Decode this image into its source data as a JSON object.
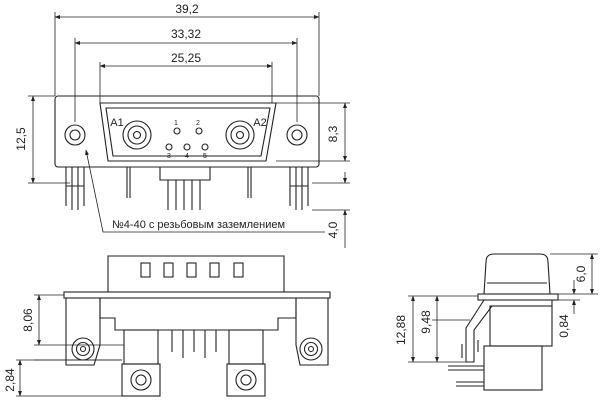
{
  "dimensions": {
    "width_overall": "39,2",
    "width_mount": "33,32",
    "width_shell": "25,25",
    "height_left": "12,5",
    "height_right": "8,3",
    "pin_length": "4,0",
    "front_h1": "8,06",
    "front_h2": "2,84",
    "side_total": "12,88",
    "side_mid": "9,48",
    "side_top": "6,0",
    "side_small": "0,84"
  },
  "labels": {
    "contact_a1": "A1",
    "contact_a2": "A2",
    "pin_1": "1",
    "pin_2": "2",
    "pin_3": "3",
    "pin_4": "4",
    "pin_5": "5"
  },
  "note": "№4-40 с резьбовым заземлением"
}
